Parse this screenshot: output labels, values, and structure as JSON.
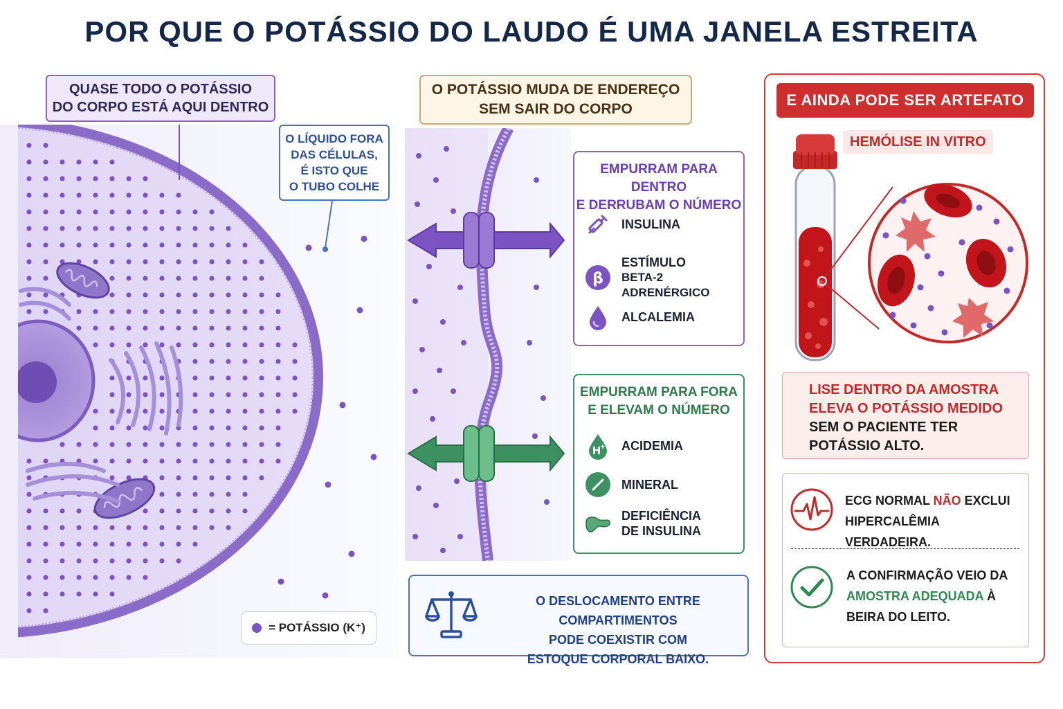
{
  "title": "POR QUE O POTÁSSIO DO LAUDO É UMA JANELA ESTREITA",
  "colors": {
    "purple": "#7b53c2",
    "green": "#3d9160",
    "red": "#cf2e2e",
    "blue": "#4b72c2",
    "navy": "#14284a"
  },
  "panel_cell": {
    "label_line1": "QUASE TODO O POTÁSSIO",
    "label_line2": "DO CORPO ESTÁ AQUI DENTRO",
    "outside_line1": "O LÍQUIDO FORA",
    "outside_line2": "DAS CÉLULAS,",
    "outside_line3": "É ISTO QUE",
    "outside_line4": "O TUBO COLHE",
    "legend_text": "= POTÁSSIO (K⁺)"
  },
  "panel_shift": {
    "header_line1": "O POTÁSSIO MUDA DE ENDEREÇO",
    "header_line2": "SEM SAIR DO CORPO",
    "inward": {
      "title_line1": "EMPURRAM PARA DENTRO",
      "title_line2": "E DERRUBAM O NÚMERO",
      "items": [
        {
          "icon": "syringe-icon",
          "line1": "INSULINA",
          "line2": ""
        },
        {
          "icon": "beta-icon",
          "line1": "ESTÍMULO",
          "line2": "BETA-2 ADRENÉRGICO"
        },
        {
          "icon": "droplet-icon",
          "line1": "ALCALEMIA",
          "line2": ""
        }
      ]
    },
    "outward": {
      "title_line1": "EMPURRAM PARA FORA",
      "title_line2": "E ELEVAM O NÚMERO",
      "items": [
        {
          "icon": "h-plus-icon",
          "line1": "ACIDEMIA",
          "line2": ""
        },
        {
          "icon": "mineral-icon",
          "line1": "MINERAL",
          "line2": ""
        },
        {
          "icon": "pancreas-icon",
          "line1": "DEFICIÊNCIA",
          "line2": "DE INSULINA"
        }
      ]
    },
    "balance_line1": "O DESLOCAMENTO ENTRE COMPARTIMENTOS",
    "balance_line2": "PODE COEXISTIR COM",
    "balance_line3": "ESTOQUE CORPORAL BAIXO."
  },
  "panel_artifact": {
    "banner": "E AINDA PODE SER ARTEFATO",
    "hemolysis_label": "HEMÓLISE IN VITRO",
    "lise_line1": "LISE DENTRO DA AMOSTRA",
    "lise_line2": "ELEVA O POTÁSSIO MEDIDO",
    "lise_line3": "SEM O PACIENTE TER",
    "lise_line4": "POTÁSSIO ALTO.",
    "ecg_pre": "ECG NORMAL ",
    "ecg_highlight": "NÃO",
    "ecg_post": " EXCLUI",
    "ecg_line2": "HIPERCALÊMIA VERDADEIRA.",
    "conf_line1": "A CONFIRMAÇÃO VEIO DA",
    "conf_highlight": "AMOSTRA ADEQUADA",
    "conf_post": " À",
    "conf_line3": "BEIRA DO LEITO."
  }
}
